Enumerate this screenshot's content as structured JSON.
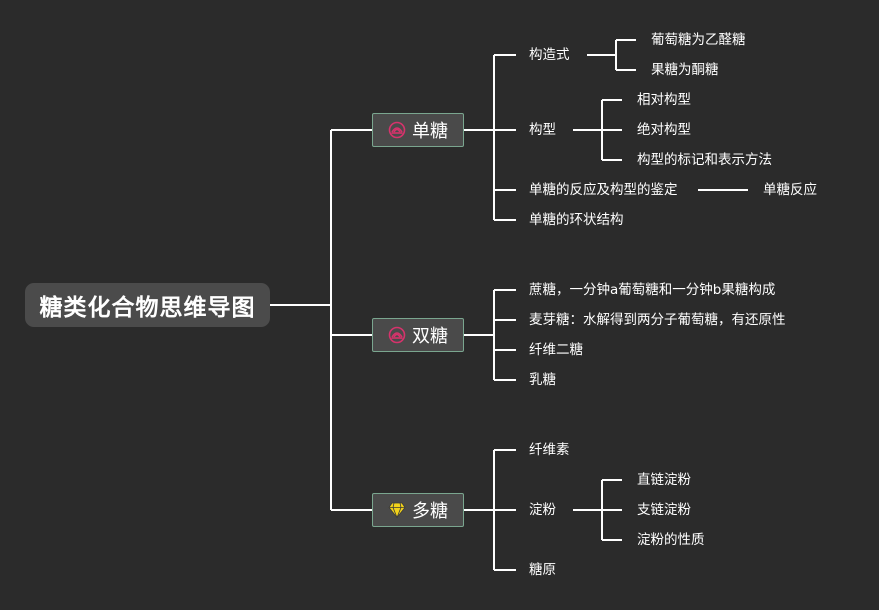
{
  "root": {
    "label": "糖类化合物思维导图"
  },
  "branches": [
    {
      "label": "单糖",
      "icon": "flower-icon",
      "icon_color": "#d6336c",
      "children": [
        {
          "label": "构造式",
          "children": [
            "葡萄糖为乙醛糖",
            "果糖为酮糖"
          ]
        },
        {
          "label": "构型",
          "children": [
            "相对构型",
            "绝对构型",
            "构型的标记和表示方法"
          ]
        },
        {
          "label": "单糖的反应及构型的鉴定",
          "children": [
            "单糖反应"
          ]
        },
        {
          "label": "单糖的环状结构"
        }
      ]
    },
    {
      "label": "双糖",
      "icon": "flower-icon",
      "icon_color": "#d6336c",
      "children": [
        {
          "label": "蔗糖，一分钟a葡萄糖和一分钟b果糖构成"
        },
        {
          "label": "麦芽糖：水解得到两分子葡萄糖，有还原性"
        },
        {
          "label": "纤维二糖"
        },
        {
          "label": "乳糖"
        }
      ]
    },
    {
      "label": "多糖",
      "icon": "diamond-icon",
      "icon_color": "#f2d21b",
      "children": [
        {
          "label": "纤维素"
        },
        {
          "label": "淀粉",
          "children": [
            "直链淀粉",
            "支链淀粉",
            "淀粉的性质"
          ]
        },
        {
          "label": "糖原"
        }
      ]
    }
  ],
  "colors": {
    "background": "#2b2b2b",
    "line": "#ffffff",
    "node_border": "#7aa68f",
    "node_fill": "#4a4a4a"
  }
}
